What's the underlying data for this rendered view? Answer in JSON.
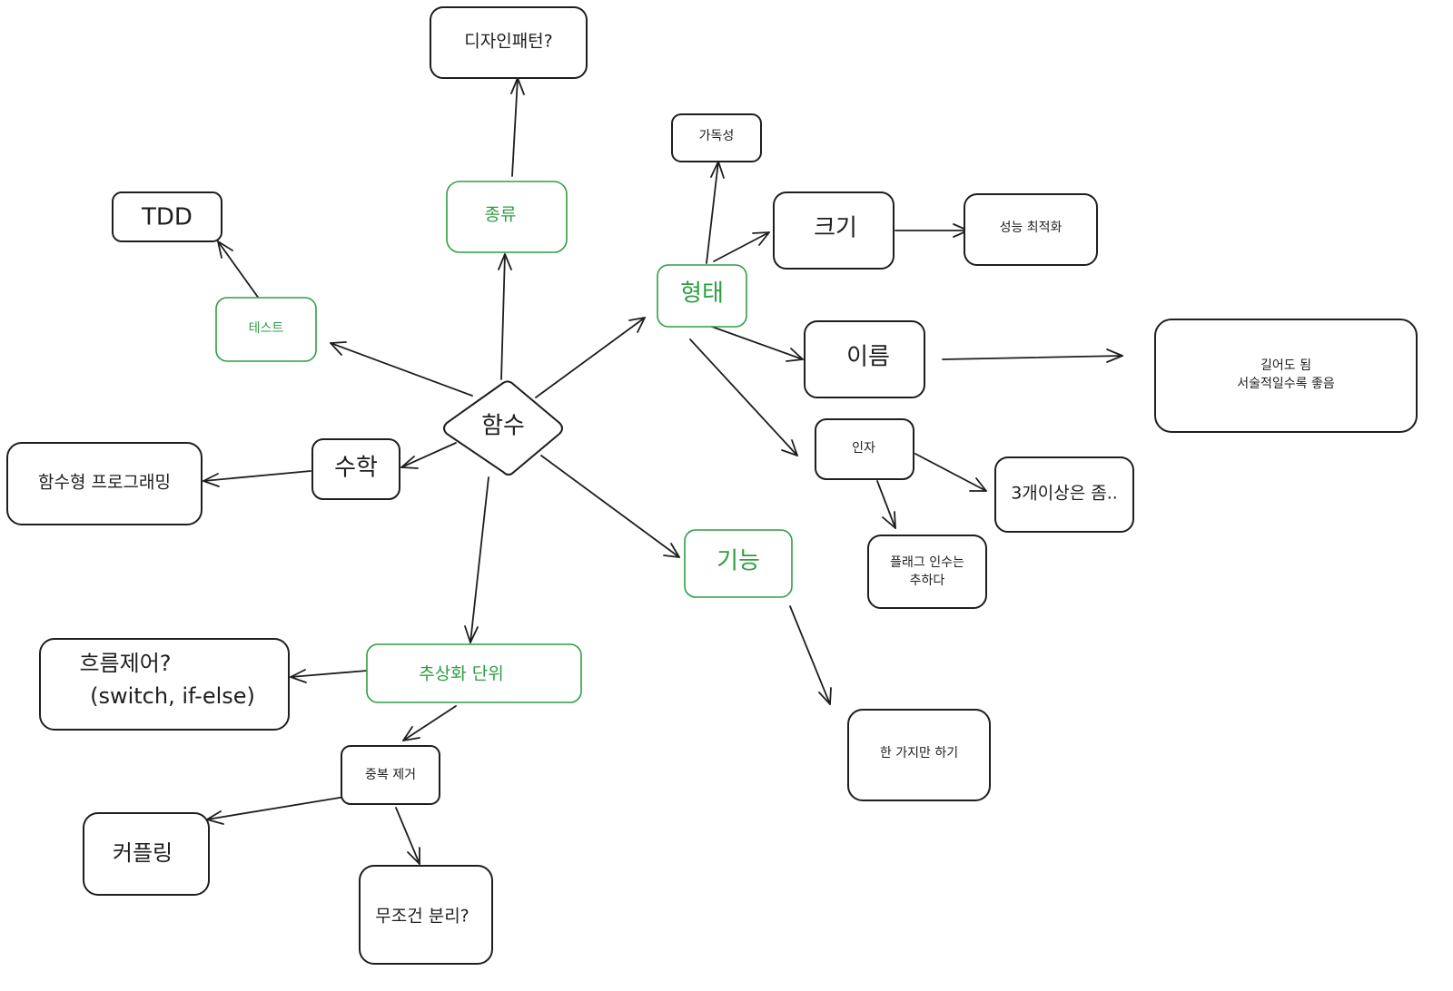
{
  "colors": {
    "stroke": "#1e1e1e",
    "accent": "#2f9e44",
    "background": "#ffffff"
  },
  "nodes": {
    "central": {
      "label": "함수"
    },
    "types": {
      "label": "종류"
    },
    "design_pattern": {
      "label": "디자인패턴?"
    },
    "form": {
      "label": "형태"
    },
    "readability": {
      "label": "가독성"
    },
    "size": {
      "label": "크기"
    },
    "performance": {
      "label": "성능 최적화"
    },
    "name": {
      "label": "이름"
    },
    "long_ok": {
      "lines": [
        "길어도 됨",
        "서술적일수록 좋음"
      ]
    },
    "args": {
      "label": "인자"
    },
    "three_plus": {
      "label": "3개이상은 좀.."
    },
    "flag_args": {
      "lines": [
        "플래그 인수는",
        "추하다"
      ]
    },
    "test": {
      "label": "테스트"
    },
    "tdd": {
      "label": "TDD"
    },
    "math": {
      "label": "수학"
    },
    "functional": {
      "label": "함수형 프로그래밍"
    },
    "function_role": {
      "label": "기능"
    },
    "one_thing": {
      "label": "한 가지만 하기"
    },
    "abstraction": {
      "label": "추상화 단위"
    },
    "flow_control": {
      "lines": [
        "흐름제어?",
        "(switch, if-else)"
      ]
    },
    "dedup": {
      "label": "중복 제거"
    },
    "coupling": {
      "label": "커플링"
    },
    "separate": {
      "label": "무조건 분리?"
    }
  }
}
